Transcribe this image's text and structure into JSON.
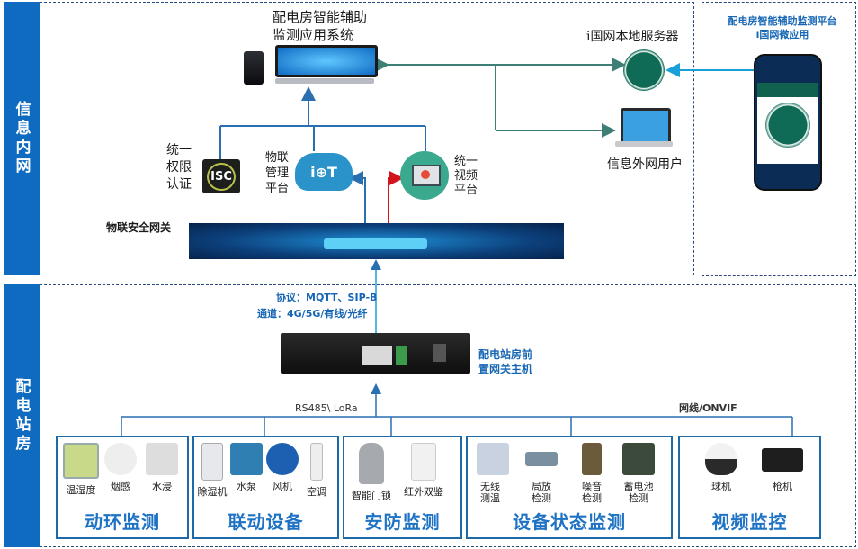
{
  "zones": {
    "intranet_label": "信息内网",
    "substation_label": "配电站房"
  },
  "top": {
    "system_title_line1": "配电房智能辅助",
    "system_title_line2": "监测应用系统",
    "local_server_label": "i国网本地服务器",
    "external_user_label": "信息外网用户",
    "mobile_title_line1": "配电房智能辅助监测平台",
    "mobile_title_line2": "i国网微应用",
    "auth_label": "统一\n权限\n认证",
    "auth_line1": "统一",
    "auth_line2": "权限",
    "auth_line3": "认证",
    "isc_badge": "ISC",
    "iot_line1": "物联",
    "iot_line2": "管理",
    "iot_line3": "平台",
    "iot_badge": "i⊕T",
    "video_line1": "统一",
    "video_line2": "视频",
    "video_line3": "平台",
    "gateway_label": "物联安全网关"
  },
  "middle": {
    "protocol_line": "协议：MQTT、SIP-B",
    "channel_line": "通道：4G/5G/有线/光纤",
    "host_line1": "配电站房前",
    "host_line2": "置网关主机",
    "left_bus_label": "RS485\\ LoRa",
    "right_bus_label": "网线/ONVIF"
  },
  "categories": [
    {
      "title": "动环监测",
      "devices": [
        "温湿度",
        "烟感",
        "水浸"
      ]
    },
    {
      "title": "联动设备",
      "devices": [
        "除湿机",
        "水泵",
        "风机",
        "空调"
      ]
    },
    {
      "title": "安防监测",
      "devices": [
        "智能门锁",
        "红外双鉴"
      ]
    },
    {
      "title": "设备状态监测",
      "devices": [
        "无线\n测温",
        "局放\n检测",
        "噪音\n检测",
        "蓄电池\n检测"
      ]
    },
    {
      "title": "视频监控",
      "devices": [
        "球机",
        "枪机"
      ]
    }
  ],
  "colors": {
    "band_blue": "#0e6bbf",
    "line_blue": "#2a6fb0",
    "line_teal": "#3d7f74",
    "line_cyan": "#1aa0d8",
    "line_red": "#d4141c",
    "title_blue": "#1f73c4"
  }
}
